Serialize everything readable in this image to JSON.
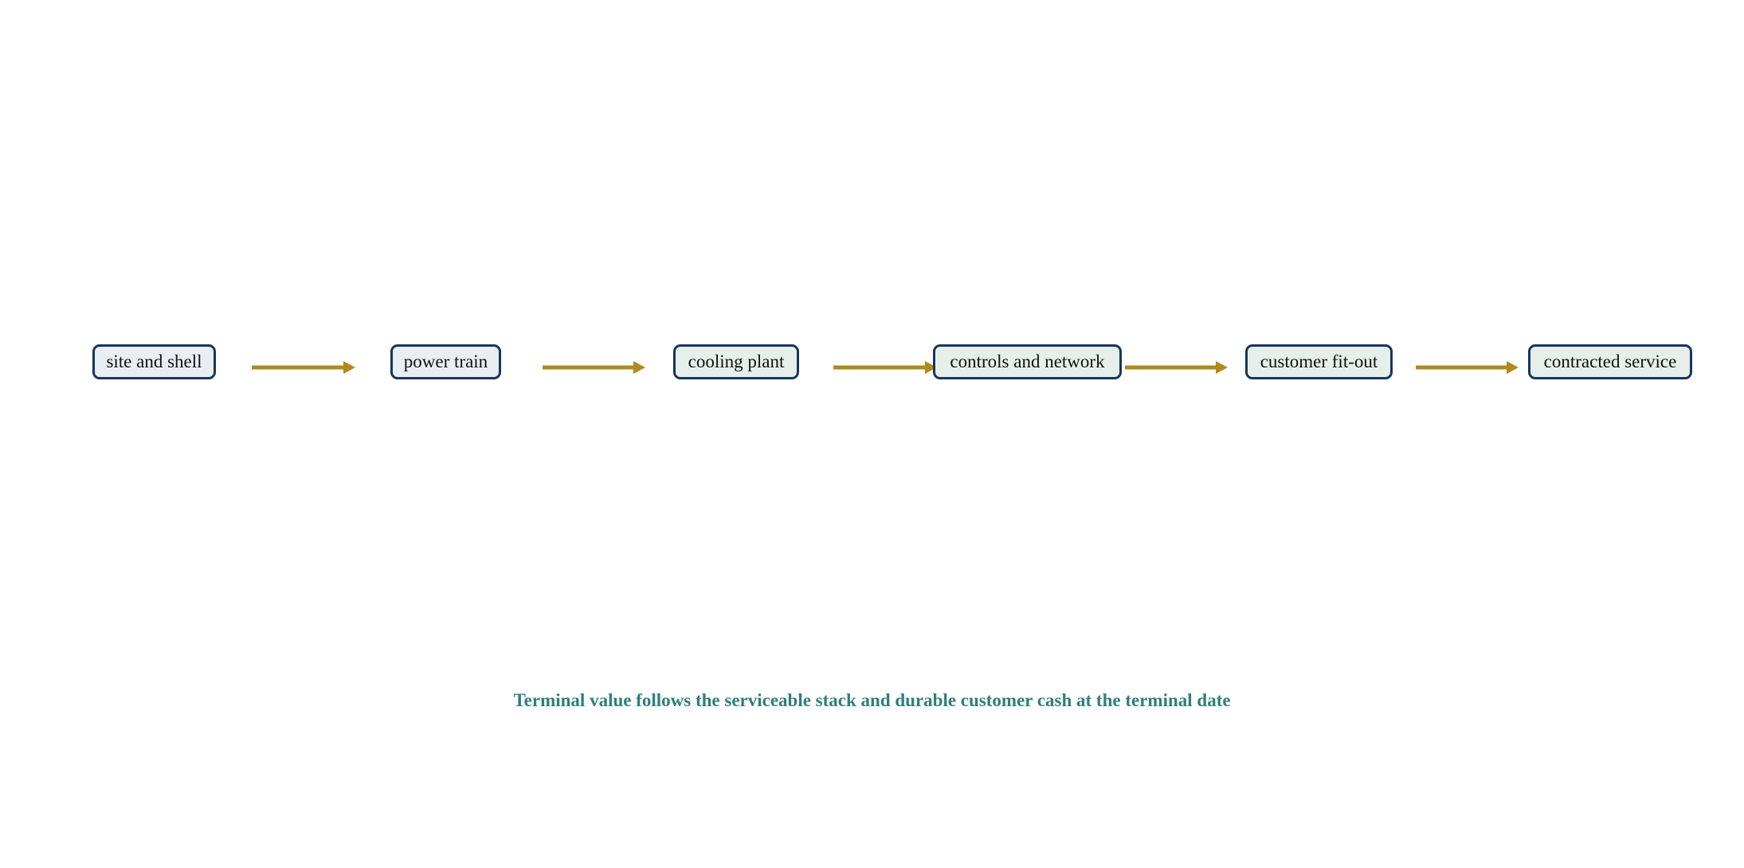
{
  "diagram": {
    "nodes": [
      {
        "label": "site and shell"
      },
      {
        "label": "power train"
      },
      {
        "label": "cooling plant"
      },
      {
        "label": "controls and network"
      },
      {
        "label": "customer fit-out"
      },
      {
        "label": "contracted service"
      }
    ],
    "edges": [
      {
        "from": "site and shell",
        "to": "power train"
      },
      {
        "from": "power train",
        "to": "cooling plant"
      },
      {
        "from": "cooling plant",
        "to": "controls and network"
      },
      {
        "from": "controls and network",
        "to": "customer fit-out"
      },
      {
        "from": "customer fit-out",
        "to": "contracted service"
      }
    ],
    "footnote": "Terminal value follows the serviceable stack and durable customer cash at the terminal date"
  },
  "colors": {
    "node_border": "#17365d",
    "node_fill": "#e9eef2",
    "node_fill_alt": "#e6efe9",
    "arrow": "#b08a1e",
    "footnote": "#2e7f7a"
  }
}
